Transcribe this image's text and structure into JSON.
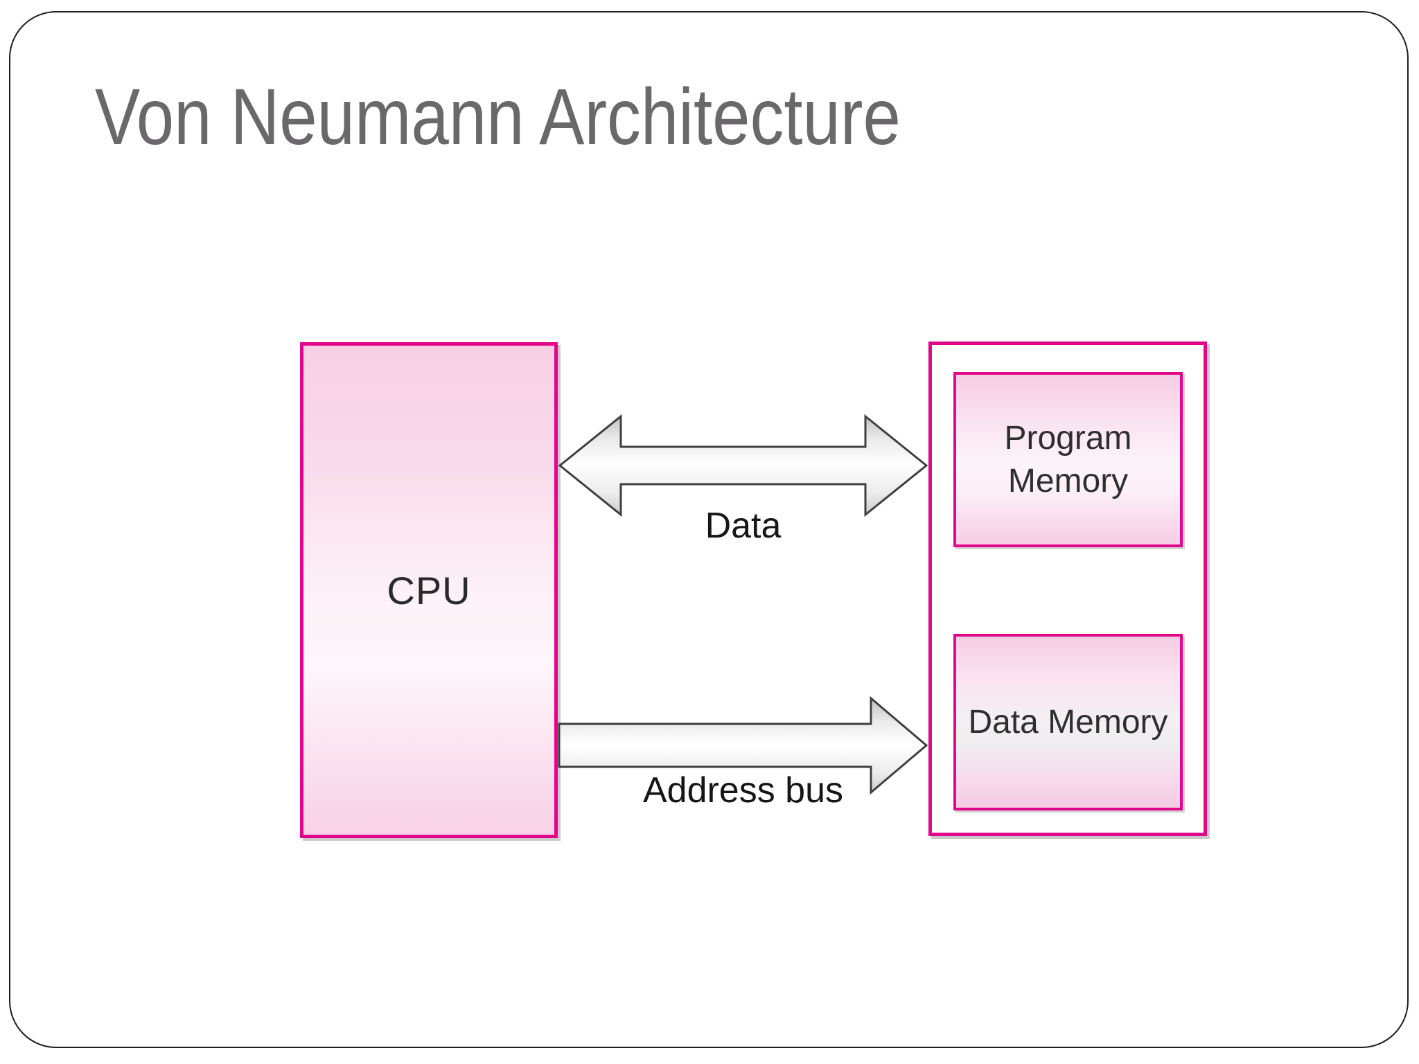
{
  "title": "Von Neumann Architecture",
  "diagram": {
    "cpu": {
      "label": "CPU"
    },
    "memory_container": {
      "program_memory": {
        "label": "Program Memory"
      },
      "data_memory": {
        "label": "Data Memory"
      }
    },
    "buses": {
      "data": {
        "label": "Data",
        "direction": "bidirectional"
      },
      "address": {
        "label": "Address bus",
        "direction": "cpu-to-memory"
      }
    }
  },
  "colors": {
    "accent_magenta": "#e0078b",
    "box_fill_pink": "#f7cfe3",
    "title_gray": "#6a686a",
    "arrow_outline": "#3f3f3f",
    "label_dark": "#161616",
    "frame_border": "#1d1d1d"
  },
  "icons": {
    "data_bus": "double-headed-horizontal-arrow-icon",
    "address_bus": "right-arrow-icon"
  }
}
